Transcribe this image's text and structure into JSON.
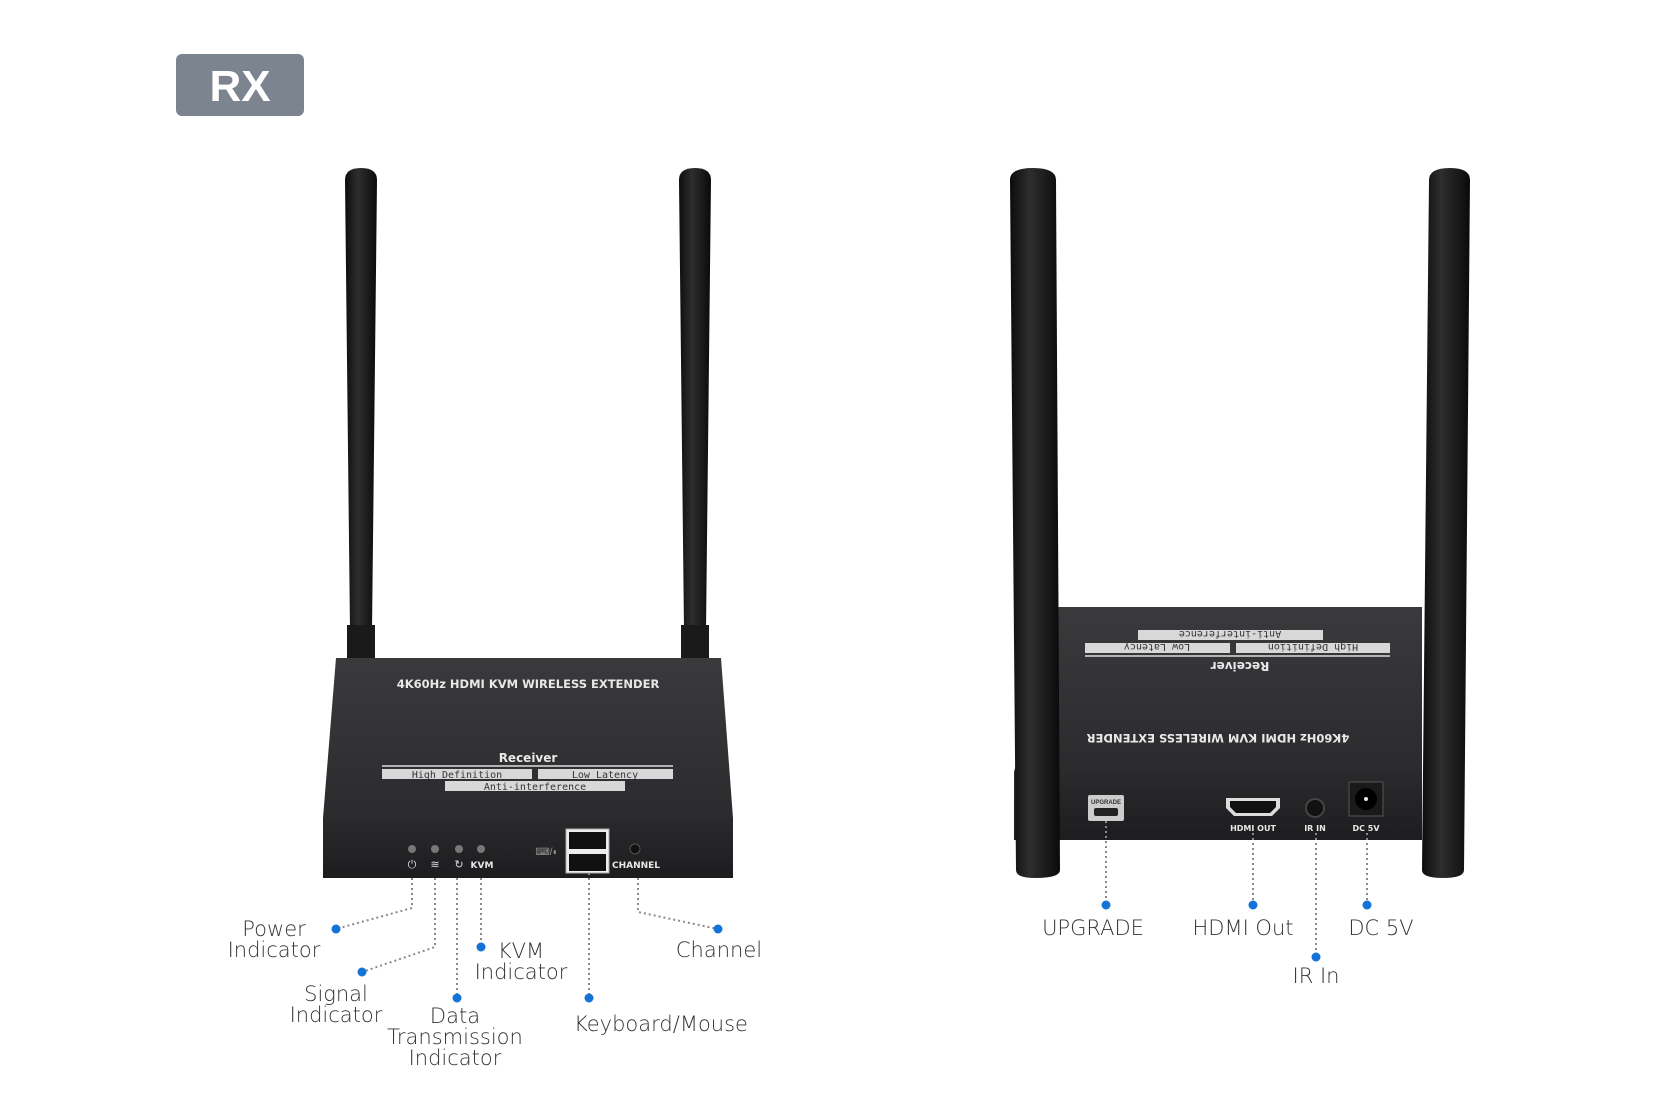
{
  "badge": {
    "label": "RX"
  },
  "colors": {
    "badge": "#7c8490",
    "callout_dot": "#1473d6",
    "device": "#2a2a2c"
  },
  "front_device": {
    "model_text": "4K60Hz HDMI KVM WIRELESS EXTENDER",
    "receiver_text": "Receiver",
    "features": [
      "High Definition",
      "Low Latency",
      "Anti-interference"
    ],
    "panel_labels": {
      "kvm": "KVM",
      "channel": "CHANNEL"
    },
    "callouts": {
      "power": [
        "Power",
        "Indicator"
      ],
      "signal": [
        "Signal",
        "Indicator"
      ],
      "data": [
        "Data",
        "Transmission",
        "Indicator"
      ],
      "kvm": [
        "KVM",
        "Indicator"
      ],
      "keyboard_mouse": "Keyboard/Mouse",
      "channel": "Channel"
    }
  },
  "rear_device": {
    "model_text": "4K60Hz HDMI KVM WIRELESS EXTENDER",
    "receiver_text": "Receiver",
    "features": [
      "High Definition",
      "Low Latency",
      "Anti-interference"
    ],
    "port_labels": {
      "upgrade": "UPGRADE",
      "hdmi": "HDMI OUT",
      "ir": "IR IN",
      "dc": "DC 5V"
    },
    "callouts": {
      "upgrade": "UPGRADE",
      "hdmi": "HDMI Out",
      "ir": "IR In",
      "dc": "DC 5V"
    }
  }
}
